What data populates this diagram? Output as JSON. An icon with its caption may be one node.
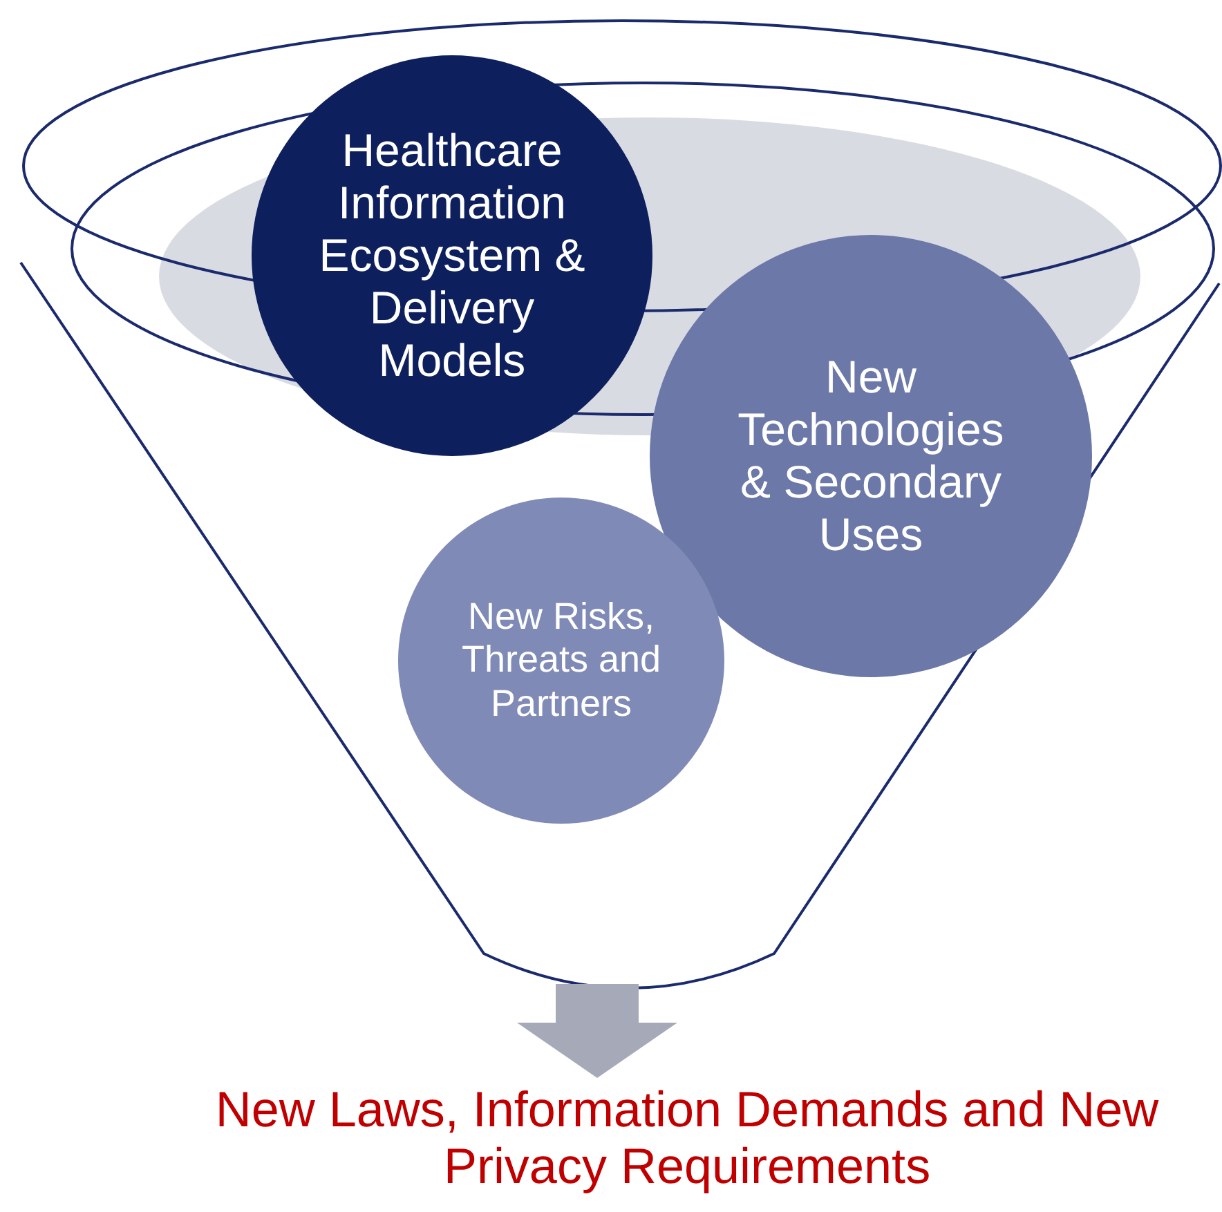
{
  "diagram": {
    "nodes": [
      {
        "text": [],
        "shape": "funnel"
      },
      {
        "text": [
          "Healthcare Information Ecosystem & Delivery Models"
        ],
        "in": 0
      },
      {
        "text": [
          "New Technologies & Secondary Uses"
        ],
        "in": 0
      },
      {
        "text": [
          "New Risks, Threats and Partners"
        ],
        "in": 0
      },
      {
        "text": [
          "New Laws, Information Demands and New Privacy Requirements"
        ]
      }
    ],
    "edges": [
      {
        "from": 0,
        "to": 4,
        "arrow": "to"
      }
    ]
  }
}
